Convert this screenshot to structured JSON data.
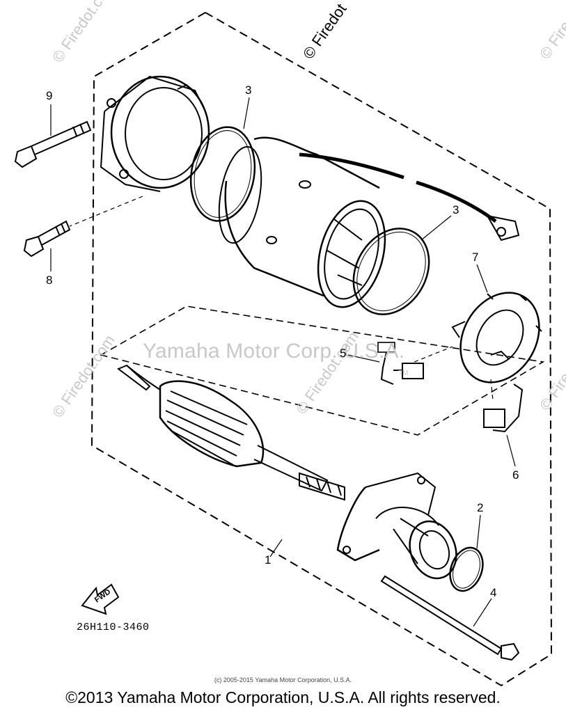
{
  "watermarks": {
    "center": "Yamaha Motor Corp. U.S.A.",
    "trademark": "TM",
    "site_top": "© Firedot",
    "site_repeat": "© Firedot.com"
  },
  "callouts": {
    "c1": "1",
    "c2": "2",
    "c3a": "3",
    "c3b": "3",
    "c4": "4",
    "c5": "5",
    "c6": "6",
    "c7": "7",
    "c8": "8",
    "c9": "9"
  },
  "fwd_label": "FWD",
  "diagram_code": "26H110-3460",
  "small_copyright": "(c) 2005-2015 Yamaha Motor Corporation, U.S.A.",
  "footer_copyright": "©2013 Yamaha Motor Corporation, U.S.A. All rights reserved."
}
